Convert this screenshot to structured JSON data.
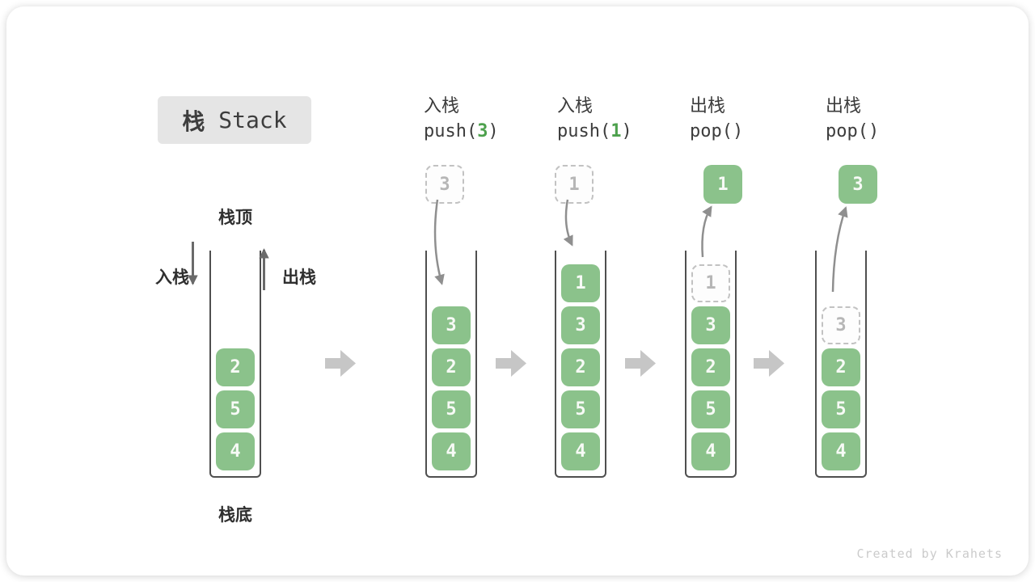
{
  "title": {
    "zh": "栈",
    "en": " Stack"
  },
  "side_labels": {
    "top": "栈顶",
    "bottom": "栈底",
    "push": "入栈",
    "pop": "出栈"
  },
  "stages": [
    {
      "name": "initial",
      "items": [
        {
          "v": "2"
        },
        {
          "v": "5"
        },
        {
          "v": "4"
        }
      ]
    },
    {
      "name": "push-3",
      "label_zh": "入栈",
      "code_pre": "push(",
      "code_arg": "3",
      "code_post": ")",
      "top_box": {
        "v": "3",
        "style": "dashed"
      },
      "items": [
        {
          "v": "3"
        },
        {
          "v": "2"
        },
        {
          "v": "5"
        },
        {
          "v": "4"
        }
      ]
    },
    {
      "name": "push-1",
      "label_zh": "入栈",
      "code_pre": "push(",
      "code_arg": "1",
      "code_post": ")",
      "top_box": {
        "v": "1",
        "style": "dashed"
      },
      "items": [
        {
          "v": "1"
        },
        {
          "v": "3"
        },
        {
          "v": "2"
        },
        {
          "v": "5"
        },
        {
          "v": "4"
        }
      ]
    },
    {
      "name": "pop-1",
      "label_zh": "出栈",
      "code_pre": "pop(",
      "code_arg": "",
      "code_post": ")",
      "top_box": {
        "v": "1",
        "style": "solid"
      },
      "items": [
        {
          "v": "1",
          "dashed": true
        },
        {
          "v": "3"
        },
        {
          "v": "2"
        },
        {
          "v": "5"
        },
        {
          "v": "4"
        }
      ]
    },
    {
      "name": "pop-3",
      "label_zh": "出栈",
      "code_pre": "pop(",
      "code_arg": "",
      "code_post": ")",
      "top_box": {
        "v": "3",
        "style": "solid"
      },
      "items": [
        {
          "v": "3",
          "dashed": true
        },
        {
          "v": "2"
        },
        {
          "v": "5"
        },
        {
          "v": "4"
        }
      ]
    }
  ],
  "footer": "Created by Krahets",
  "colors": {
    "element_green": "#8bc28b",
    "code_arg_green": "#4da14d",
    "block_arrow_gray": "#c6c6c6",
    "thin_arrow_gray": "#8f8f8f",
    "side_arrow_gray": "#6a6a6a",
    "dashed_border": "#c2c2c2",
    "dashed_text": "#b6b6b6",
    "title_bg": "#e5e5e5"
  }
}
